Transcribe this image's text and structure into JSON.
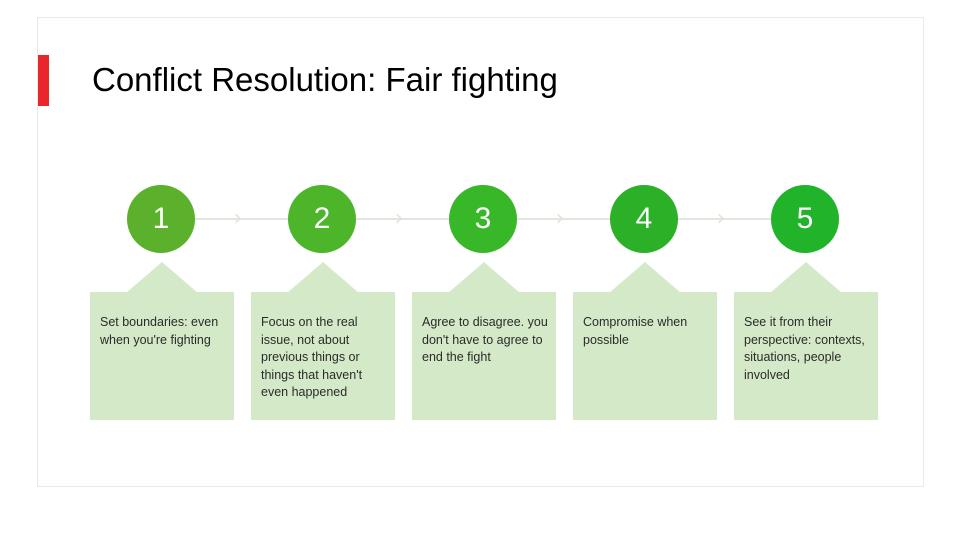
{
  "slide": {
    "title": "Conflict Resolution: Fair fighting",
    "accent_color": "#e8262b",
    "frame_color": "#e8eae4",
    "background": "#ffffff",
    "box_fill": "#d4e9c7",
    "connector_color": "#e2e6dc"
  },
  "process": {
    "steps": [
      {
        "number": "1",
        "circle_color": "#5bb12b",
        "text": "Set boundaries: even when you're fighting"
      },
      {
        "number": "2",
        "circle_color": "#4cb52a",
        "text": "Focus on the real issue, not about previous things or things that haven't even happened"
      },
      {
        "number": "3",
        "circle_color": "#38b828",
        "text": "Agree to disagree. you don't have to agree to end the fight"
      },
      {
        "number": "4",
        "circle_color": "#2cb027",
        "text": "Compromise when possible"
      },
      {
        "number": "5",
        "circle_color": "#21b32a",
        "text": "See it from their perspective: contexts, situations, people involved"
      }
    ],
    "connector_glyph": "›"
  }
}
